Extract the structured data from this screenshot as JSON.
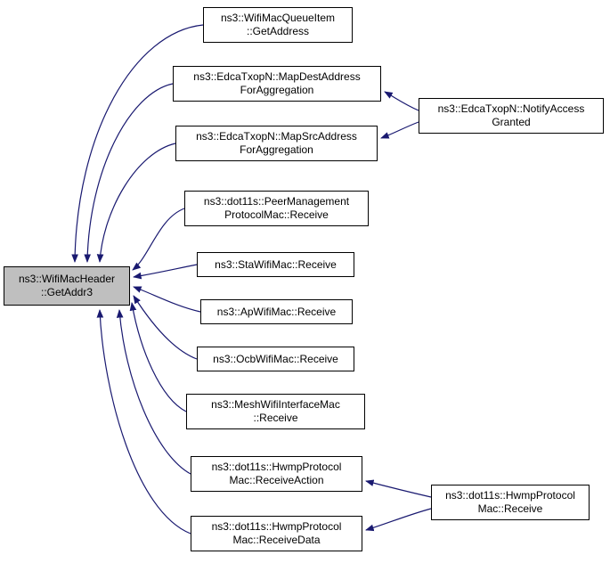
{
  "diagram": {
    "type": "call-graph",
    "background_color": "#ffffff",
    "edge_color": "#191970",
    "node_fill": "#ffffff",
    "node_border": "#000000",
    "highlight_fill": "#bfbfbf"
  },
  "nodes": {
    "getaddr3": {
      "line1": "ns3::WifiMacHeader",
      "line2": "::GetAddr3"
    },
    "getaddress": {
      "line1": "ns3::WifiMacQueueItem",
      "line2": "::GetAddress"
    },
    "mapdest": {
      "line1": "ns3::EdcaTxopN::MapDestAddress",
      "line2": "ForAggregation"
    },
    "mapsrc": {
      "line1": "ns3::EdcaTxopN::MapSrcAddress",
      "line2": "ForAggregation"
    },
    "peermgmt": {
      "line1": "ns3::dot11s::PeerManagement",
      "line2": "ProtocolMac::Receive"
    },
    "sta": {
      "line1": "ns3::StaWifiMac::Receive"
    },
    "ap": {
      "line1": "ns3::ApWifiMac::Receive"
    },
    "ocb": {
      "line1": "ns3::OcbWifiMac::Receive"
    },
    "mesh": {
      "line1": "ns3::MeshWifiInterfaceMac",
      "line2": "::Receive"
    },
    "receiveaction": {
      "line1": "ns3::dot11s::HwmpProtocol",
      "line2": "Mac::ReceiveAction"
    },
    "receivedata": {
      "line1": "ns3::dot11s::HwmpProtocol",
      "line2": "Mac::ReceiveData"
    },
    "notifyaccess": {
      "line1": "ns3::EdcaTxopN::NotifyAccess",
      "line2": "Granted"
    },
    "hwmpreceive": {
      "line1": "ns3::dot11s::HwmpProtocol",
      "line2": "Mac::Receive"
    }
  },
  "edges": [
    {
      "caller": "getaddress",
      "callee": "getaddr3"
    },
    {
      "caller": "mapdest",
      "callee": "getaddr3"
    },
    {
      "caller": "mapsrc",
      "callee": "getaddr3"
    },
    {
      "caller": "peermgmt",
      "callee": "getaddr3"
    },
    {
      "caller": "sta",
      "callee": "getaddr3"
    },
    {
      "caller": "ap",
      "callee": "getaddr3"
    },
    {
      "caller": "ocb",
      "callee": "getaddr3"
    },
    {
      "caller": "mesh",
      "callee": "getaddr3"
    },
    {
      "caller": "receiveaction",
      "callee": "getaddr3"
    },
    {
      "caller": "receivedata",
      "callee": "getaddr3"
    },
    {
      "caller": "notifyaccess",
      "callee": "mapdest"
    },
    {
      "caller": "notifyaccess",
      "callee": "mapsrc"
    },
    {
      "caller": "hwmpreceive",
      "callee": "receiveaction"
    },
    {
      "caller": "hwmpreceive",
      "callee": "receivedata"
    }
  ]
}
